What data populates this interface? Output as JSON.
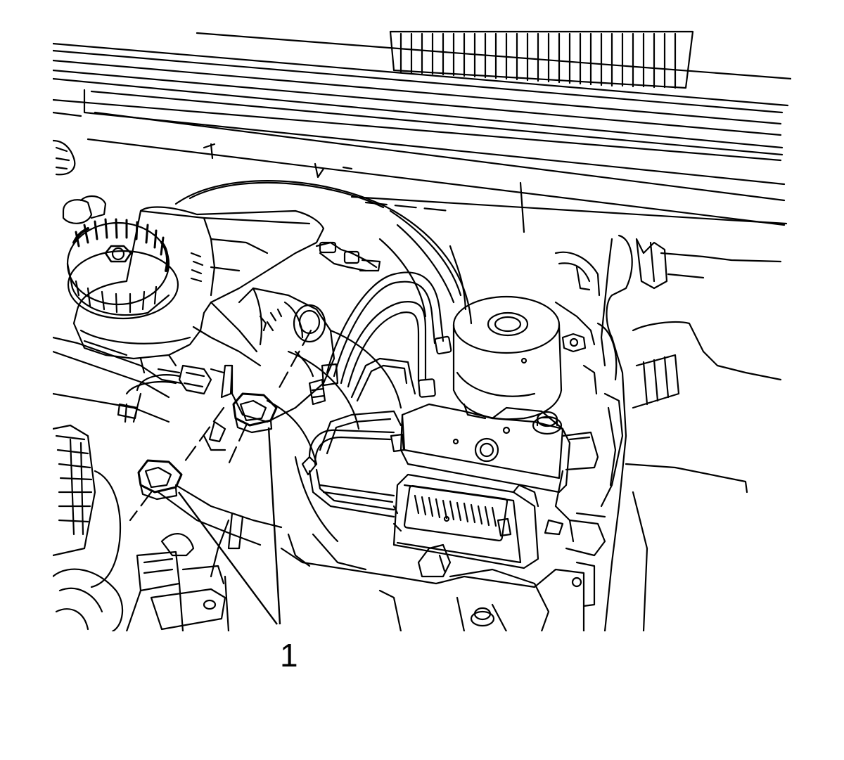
{
  "diagram": {
    "callouts": [
      {
        "label": "1"
      }
    ],
    "components": [
      "brake-fluid-reservoir",
      "reservoir-cap",
      "master-cylinder",
      "brake-booster",
      "abs-modulator",
      "abs-pump-motor",
      "brake-pipes",
      "brake-pipe-fittings",
      "electrical-connector",
      "cowl-panel",
      "air-intake-grille",
      "strut-tower"
    ],
    "colors": {
      "line": "#000000",
      "background": "#ffffff"
    }
  }
}
